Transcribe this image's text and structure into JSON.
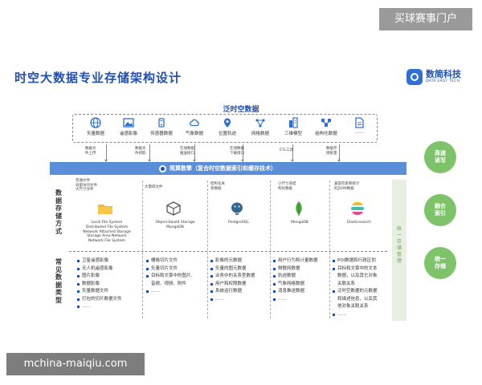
{
  "watermarks": {
    "top": "买球赛事门户",
    "bottom": "mchina-maiqiu.com"
  },
  "main_title": "时空大数据专业存储架构设计",
  "brand": {
    "name": "数简科技",
    "sub": "DATA EASY TECH"
  },
  "sources": {
    "title": "泛时空数据",
    "items": [
      {
        "label": "矢量数据",
        "icon": "globe-icon"
      },
      {
        "label": "遥感影像",
        "icon": "image-icon"
      },
      {
        "label": "传感器数据",
        "icon": "sensor-icon"
      },
      {
        "label": "气象数据",
        "icon": "cloud-icon"
      },
      {
        "label": "位置轨迹",
        "icon": "location-pin-icon"
      },
      {
        "label": "网格数据",
        "icon": "network-icon"
      },
      {
        "label": "三维模型",
        "icon": "building-icon"
      },
      {
        "label": "结构化数据",
        "icon": "structure-icon"
      },
      {
        "label": "……",
        "icon": "document-icon"
      }
    ]
  },
  "arrows": [
    {
      "lines": [
        "数据文",
        "件上传"
      ]
    },
    {
      "lines": [
        "数据文",
        "件抓取"
      ]
    },
    {
      "lines": [
        "在线数据",
        "推送接口"
      ]
    },
    {
      "lines": [
        "在线数据",
        "下载接口"
      ]
    },
    {
      "lines": [
        "ETL工具"
      ]
    },
    {
      "lines": [
        "数据存",
        "储批量"
      ]
    }
  ],
  "band": {
    "text": "简算数擎（复合时空数据索引和缓存技术）"
  },
  "side_labels": {
    "storage": "数据存储方式",
    "types": "常见数据类型"
  },
  "unified_panel": "统一存储管理",
  "circles": [
    "高速读写",
    "融合索引",
    "统一存储"
  ],
  "columns": [
    {
      "note": [
        "普通文件",
        "局部访问文件",
        "大尺寸文件"
      ],
      "icon": "folder-icon",
      "lines": [
        "Local File System",
        "Distributed File System",
        "Network Attached Storage",
        "Storage Area Network",
        "Network File System"
      ],
      "types": [
        "卫星遥感影像",
        "无人机遥感影像",
        "图片影像",
        "数据影像",
        "矢量数据文件",
        "打包的切片数据文件",
        "……"
      ]
    },
    {
      "note": [
        "大量碎文件"
      ],
      "icon": "cube-icon",
      "lines": [
        "Object-based Storage",
        "MongoDB"
      ],
      "types": [
        "栅格切片文件",
        "矢量切片文件",
        "目标和文章中的图片、",
        "音频、视频、附件",
        "……"
      ]
    },
    {
      "note": [
        "结构化关",
        "系数据"
      ],
      "icon": "postgresql-icon",
      "lines": [
        "PostgreSQL"
      ],
      "types": [
        "影像的元数据",
        "矢量的图元数据",
        "业务中的关系型数据",
        "用户和权限数据",
        "系统运行数据",
        "……"
      ]
    },
    {
      "note": [
        "小尺寸非结",
        "构化数据"
      ],
      "icon": "mongodb-leaf-icon",
      "lines": [
        "MongoDB"
      ],
      "types": [
        "用户行为和计量数据",
        "物联网数据",
        "轨迹数据",
        "气象网格数据",
        "消息推送数据",
        "……"
      ]
    },
    {
      "note": [
        "兼容检索和统计",
        "的JSON数据"
      ],
      "icon": "elasticsearch-icon",
      "lines": [
        "Elasticsearch"
      ],
      "types": [
        "POI数据和行政区划",
        "目标和文章中的文本",
        "数据，以及其它对象",
        "关联关系",
        "泛时空数据的元数据",
        "和描述信息，以及其",
        "他对象关联关系",
        "……"
      ]
    }
  ]
}
